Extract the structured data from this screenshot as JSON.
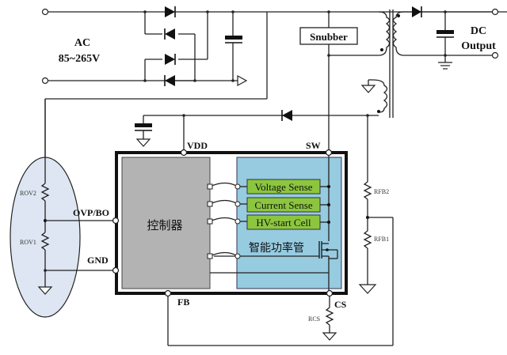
{
  "diagram": {
    "input": {
      "label_line1": "AC",
      "label_line2": "85~265V"
    },
    "snubber": {
      "label": "Snubber"
    },
    "output": {
      "label_line1": "DC",
      "label_line2": "Output"
    },
    "pins": {
      "vdd": "VDD",
      "sw": "SW",
      "ovp_bo": "OVP/BO",
      "gnd": "GND",
      "fb": "FB",
      "cs": "CS"
    },
    "controller": {
      "label": "控制器"
    },
    "power_switch": {
      "label": "智能功率管",
      "blocks": [
        "Voltage Sense",
        "Current Sense",
        "HV-start Cell"
      ]
    },
    "resistors": {
      "rov2": "ROV2",
      "rov1": "ROV1",
      "rfb2": "RFB2",
      "rfb1": "RFB1",
      "rcs": "RCS"
    },
    "colors": {
      "controller_fill": "#b3b3b3",
      "power_fill": "#96cbe0",
      "block_fill": "#8cc63f",
      "ellipse_fill": "#dde6f2"
    }
  }
}
